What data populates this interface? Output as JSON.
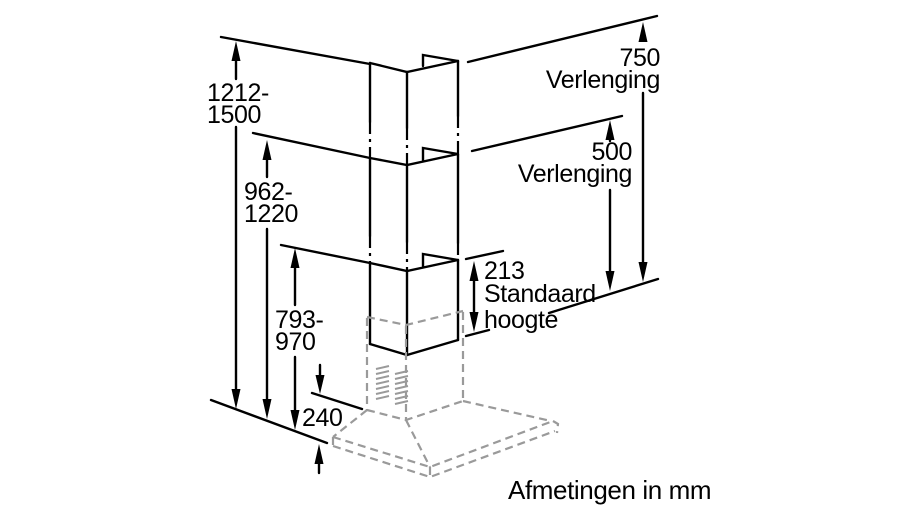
{
  "drawing": {
    "unit_note": "Afmetingen in mm",
    "labels": {
      "height_ext750_range": {
        "l1": "1212-",
        "l2": "1500"
      },
      "height_ext500_range": {
        "l1": "962-",
        "l2": "1220"
      },
      "height_standard_range": {
        "l1": "793-",
        "l2": "970"
      },
      "canopy_height": "240",
      "extension_750": {
        "value": "750",
        "name": "Verlenging"
      },
      "extension_500": {
        "value": "500",
        "name": "Verlenging"
      },
      "standard_chimney": {
        "value": "213",
        "name_l1": "Standaard",
        "name_l2": "hoogte"
      }
    },
    "colors": {
      "line": "#000000",
      "hidden_line": "#9a9a9a",
      "background": "#ffffff",
      "text": "#000000"
    }
  }
}
